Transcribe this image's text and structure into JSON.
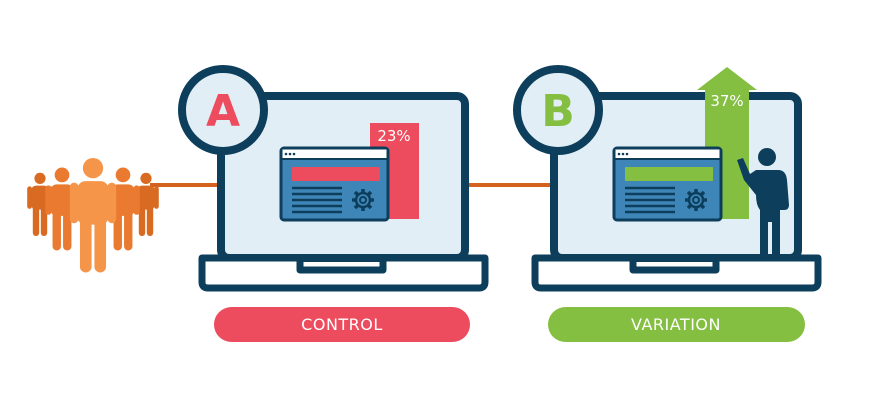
{
  "colors": {
    "navy": "#0d3f5c",
    "screen": "#e2eef6",
    "control": "#ec4c5e",
    "variation": "#84bf41",
    "people": "#f28a3c",
    "connector": "#d2621e",
    "window_blue": "#3e86b8"
  },
  "audience": {
    "icon": "people-group-icon"
  },
  "control": {
    "letter": "A",
    "percent": "23%",
    "label": "CONTROL"
  },
  "variation": {
    "letter": "B",
    "percent": "37%",
    "label": "VARIATION",
    "figure": "person-pointing-icon"
  }
}
